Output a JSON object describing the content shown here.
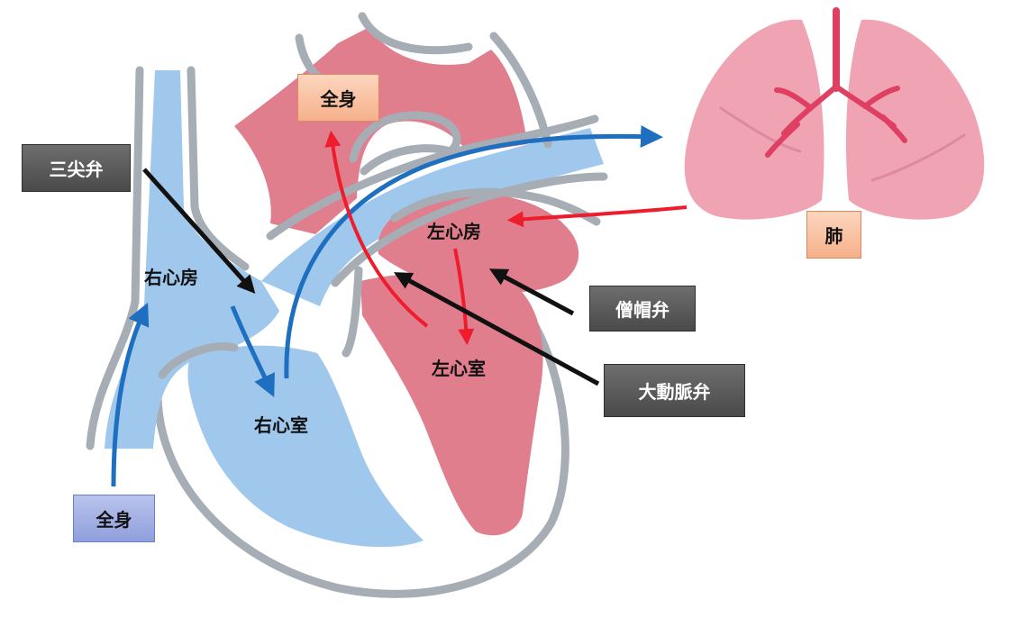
{
  "chambers": {
    "right_atrium": "右心房",
    "right_ventricle": "右心室",
    "left_atrium": "左心房",
    "left_ventricle": "左心室"
  },
  "callouts": {
    "tricuspid_valve": "三尖弁",
    "mitral_valve": "僧帽弁",
    "aortic_valve": "大動脈弁",
    "lung": "肺",
    "whole_body_out": "全身",
    "whole_body_in": "全身"
  },
  "colors": {
    "venous_blood": "#9fc8ec",
    "arterial_blood": "#e07e8e",
    "vessel_wall": "#a6adb4",
    "blue_arrow": "#1f6fc0",
    "red_arrow": "#ee1c2c",
    "lung_pink": "#efa3b3",
    "bronchi": "#de3f62"
  }
}
